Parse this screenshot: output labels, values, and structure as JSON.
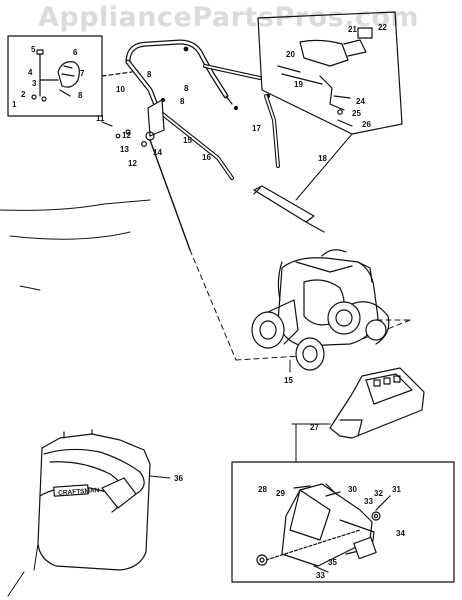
{
  "watermark": "AppliancePartsPros.com",
  "colors": {
    "ink": "#111111",
    "paper": "#ffffff",
    "watermark": "#bebebe"
  },
  "callouts": {
    "n1": "1",
    "n2": "2",
    "n3": "3",
    "n4": "4",
    "n5": "5",
    "n6": "6",
    "n7": "7",
    "n8": "8",
    "n8b": "8",
    "n8c": "8",
    "n8d": "8",
    "n10": "10",
    "n11": "11",
    "n12": "12",
    "n12b": "12",
    "n13": "13",
    "n14": "14",
    "n15": "15",
    "n15b": "15",
    "n16": "16",
    "n17": "17",
    "n18": "18",
    "n19": "19",
    "n20": "20",
    "n21": "21",
    "n22": "22",
    "n24": "24",
    "n25": "25",
    "n26": "26",
    "n27": "27",
    "n28": "28",
    "n29": "29",
    "n30": "30",
    "n31": "31",
    "n32": "32",
    "n33": "33",
    "n33b": "33",
    "n34": "34",
    "n35": "35",
    "n36": "36"
  },
  "bag_brand": "CRAFTSMAN"
}
